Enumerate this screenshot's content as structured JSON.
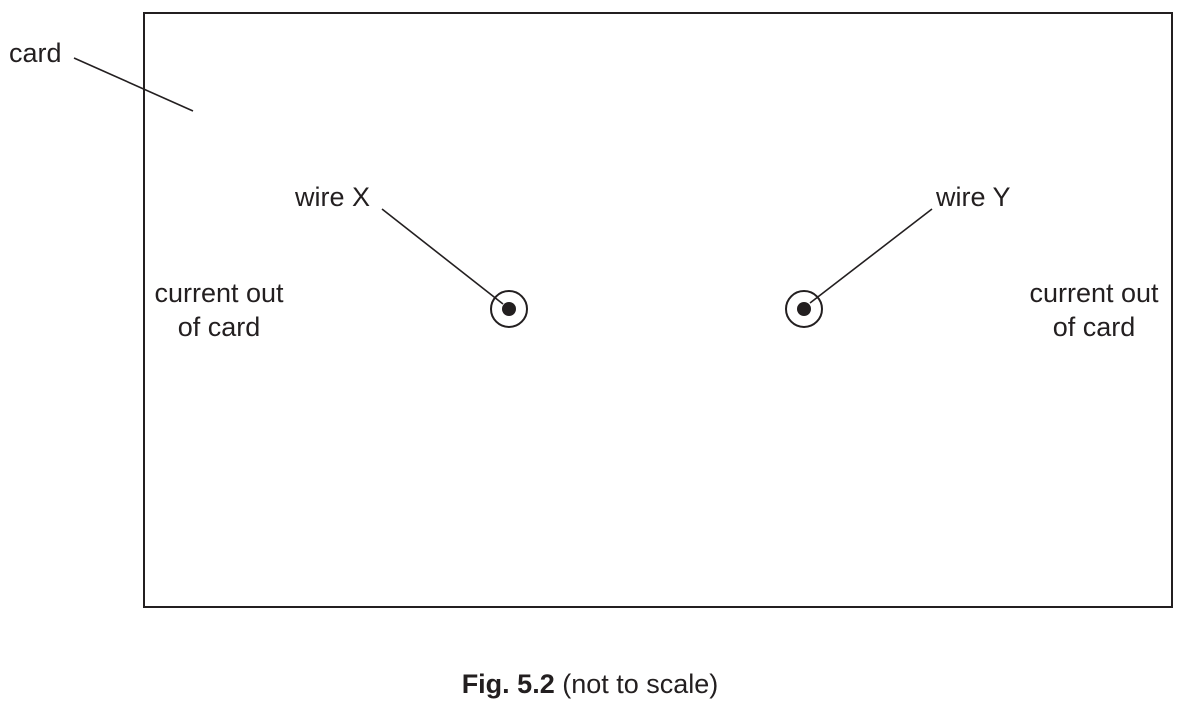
{
  "labels": {
    "card": "card",
    "wire_x": "wire X",
    "wire_y": "wire Y",
    "current_left_line1": "current out",
    "current_left_line2": "of card",
    "current_right_line1": "current out",
    "current_right_line2": "of card"
  },
  "caption": {
    "figure": "Fig. 5.2",
    "note": " (not to scale)"
  },
  "colors": {
    "ink": "#231f20",
    "background": "#ffffff"
  },
  "symbols": {
    "wire_x": "current-out-of-page-icon",
    "wire_y": "current-out-of-page-icon"
  }
}
